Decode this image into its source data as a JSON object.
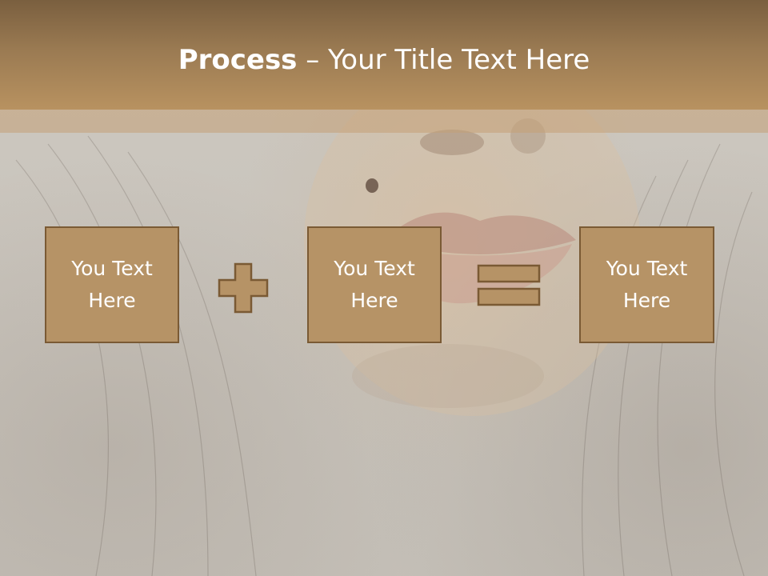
{
  "slide": {
    "title_bold": "Process",
    "title_rest": " – Your Title Text Here",
    "boxes": [
      {
        "line1": "You Text",
        "line2": "Here"
      },
      {
        "line1": "You Text",
        "line2": "Here"
      },
      {
        "line1": "You Text",
        "line2": "Here"
      }
    ],
    "operators": [
      "plus-icon",
      "equals-icon"
    ]
  },
  "colors": {
    "header": "#9a7a52",
    "box_fill": "#b69366",
    "box_border": "#7a5a34",
    "text": "#ffffff",
    "background": "#c9c4bb"
  }
}
